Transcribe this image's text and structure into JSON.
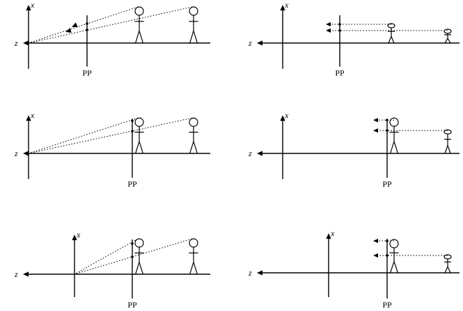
{
  "labels": {
    "x_axis": "x",
    "z_axis": "z",
    "picture_plane": "PP"
  },
  "panels": [
    {
      "id": "perspective-1",
      "projection": "perspective",
      "row": 1,
      "column": 1
    },
    {
      "id": "orthographic-1",
      "projection": "orthographic",
      "row": 1,
      "column": 2
    },
    {
      "id": "perspective-2",
      "projection": "perspective",
      "row": 2,
      "column": 1
    },
    {
      "id": "orthographic-2",
      "projection": "orthographic",
      "row": 2,
      "column": 2
    },
    {
      "id": "perspective-3",
      "projection": "perspective",
      "row": 3,
      "column": 1
    },
    {
      "id": "orthographic-3",
      "projection": "orthographic",
      "row": 3,
      "column": 2
    }
  ],
  "colors": {
    "ink": "#000000",
    "background": "#ffffff"
  }
}
